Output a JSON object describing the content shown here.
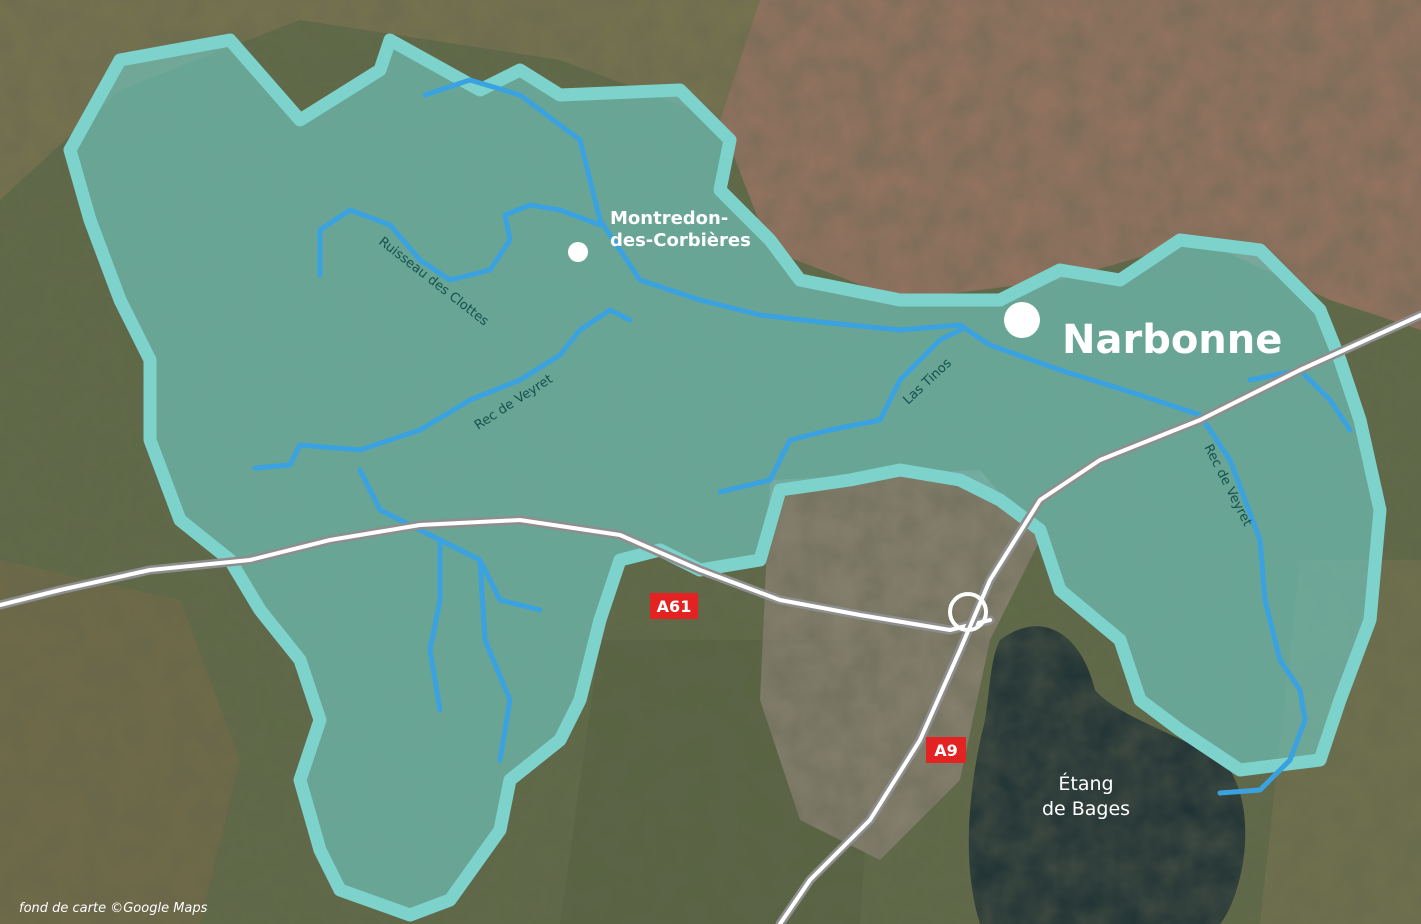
{
  "map": {
    "towns": [
      {
        "name": "Montredon-",
        "name_line2": "des-Corbières"
      },
      {
        "name": "Narbonne"
      }
    ],
    "rivers": [
      {
        "name": "Ruisseau des Clottes"
      },
      {
        "name": "Rec de Veyret"
      },
      {
        "name": "Las Tinos"
      },
      {
        "name": "Rec de Veyret"
      }
    ],
    "roads": [
      {
        "name": "A61"
      },
      {
        "name": "A9"
      }
    ],
    "lake": {
      "line1": "Étang",
      "line2": "de Bages"
    },
    "credit": "fond de carte ©Google Maps",
    "colors": {
      "watershed_fill": "#6fc9c4",
      "watershed_outline": "#7dd3cc",
      "river": "#3aa2e0",
      "road_badge": "#e52222",
      "road": "#ffffff",
      "lake": "#1d3033",
      "terrain": "#5e6b46",
      "urban": "#a9786b"
    }
  }
}
